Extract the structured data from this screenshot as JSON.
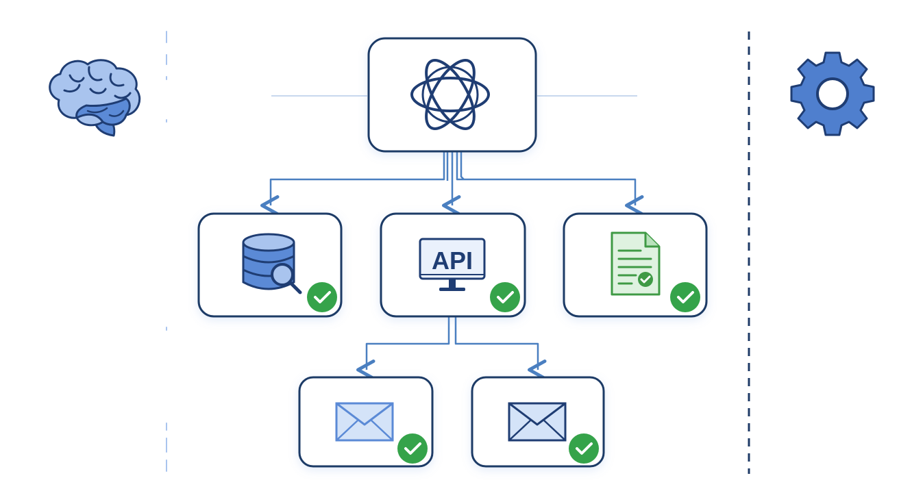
{
  "nodes": {
    "core": {
      "icon": "atom-icon"
    },
    "database": {
      "icon": "database-search-icon",
      "status": "success"
    },
    "api": {
      "icon": "api-monitor-icon",
      "label": "API",
      "status": "success"
    },
    "document": {
      "icon": "document-check-icon",
      "status": "success"
    },
    "email_left": {
      "icon": "envelope-icon",
      "status": "success"
    },
    "email_right": {
      "icon": "envelope-icon",
      "status": "success"
    }
  },
  "side_icons": {
    "left": "brain-icon",
    "right": "gear-icon"
  },
  "colors": {
    "node_border": "#1e3a66",
    "arrow": "#4a7fc0",
    "icon_navy": "#1f3d73",
    "icon_blue": "#5b8ad6",
    "icon_light_blue": "#a9c4ee",
    "success": "#35a34a",
    "document_green": "#3f9a45",
    "dashed_line": "#1e3a66",
    "faint_line": "#c8d8ee"
  }
}
